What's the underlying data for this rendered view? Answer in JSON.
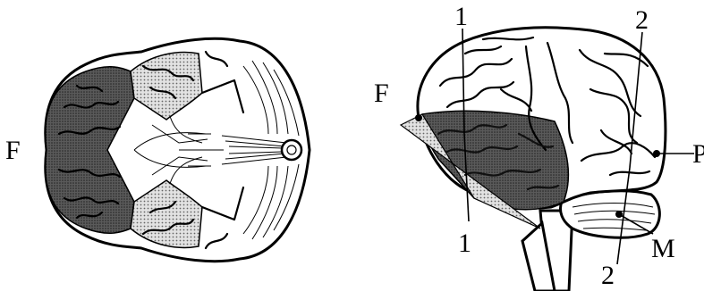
{
  "left_view": {
    "label_F": "F"
  },
  "right_view": {
    "label_F": "F",
    "label_1_top": "1",
    "label_1_bottom": "1",
    "label_2_top": "2",
    "label_2_bottom": "2",
    "label_P": "P",
    "label_M": "M"
  },
  "colors": {
    "ink": "#000000",
    "dark_shading": "#4a4a4a",
    "light_shading": "#b8b8b8",
    "background": "#ffffff"
  }
}
